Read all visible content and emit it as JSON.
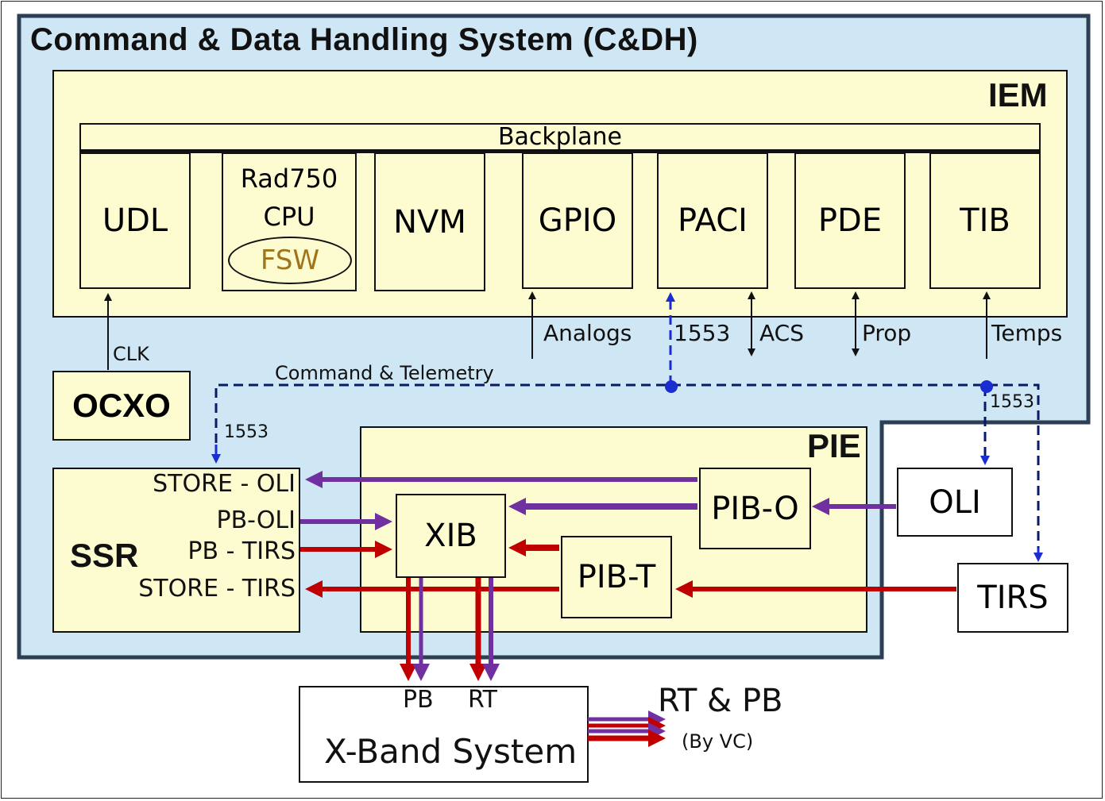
{
  "title": "Command & Data Handling System (C&DH)",
  "iem": {
    "label": "IEM",
    "backplane": "Backplane",
    "cards": [
      {
        "id": "udl",
        "label": "UDL"
      },
      {
        "id": "cpu",
        "label": "Rad750",
        "sublabel": "CPU",
        "inner": "FSW"
      },
      {
        "id": "nvm",
        "label": "NVM"
      },
      {
        "id": "gpio",
        "label": "GPIO"
      },
      {
        "id": "paci",
        "label": "PACI"
      },
      {
        "id": "pde",
        "label": "PDE"
      },
      {
        "id": "tib",
        "label": "TIB"
      }
    ]
  },
  "interfaces": {
    "clk": "CLK",
    "analogs": "Analogs",
    "bus_1553": "1553",
    "acs": "ACS",
    "prop": "Prop",
    "temps": "Temps",
    "cmd_tlm": "Command & Telemetry",
    "ssr_1553": "1553",
    "instr_1553": "1553"
  },
  "ocxo": "OCXO",
  "ssr": {
    "label": "SSR",
    "ports": [
      "STORE - OLI",
      "PB-OLI",
      "PB - TIRS",
      "STORE - TIRS"
    ]
  },
  "pie": {
    "label": "PIE",
    "xib": "XIB",
    "pib_o": "PIB-O",
    "pib_t": "PIB-T"
  },
  "instruments": {
    "oli": "OLI",
    "tirs": "TIRS"
  },
  "xband": {
    "label": "X-Band System",
    "pb": "PB",
    "rt": "RT",
    "output": "RT & PB",
    "output_note": "(By VC)"
  },
  "colors": {
    "cdh_bg": "#cfe6f5",
    "cdh_border": "#2b3f55",
    "module_bg": "#fdfbd0",
    "oli_stream": "#7030a0",
    "tirs_stream": "#c00000",
    "bus": "#0a1a66",
    "bus_node": "#1a2dd0",
    "fsw_text": "#a0751a"
  }
}
